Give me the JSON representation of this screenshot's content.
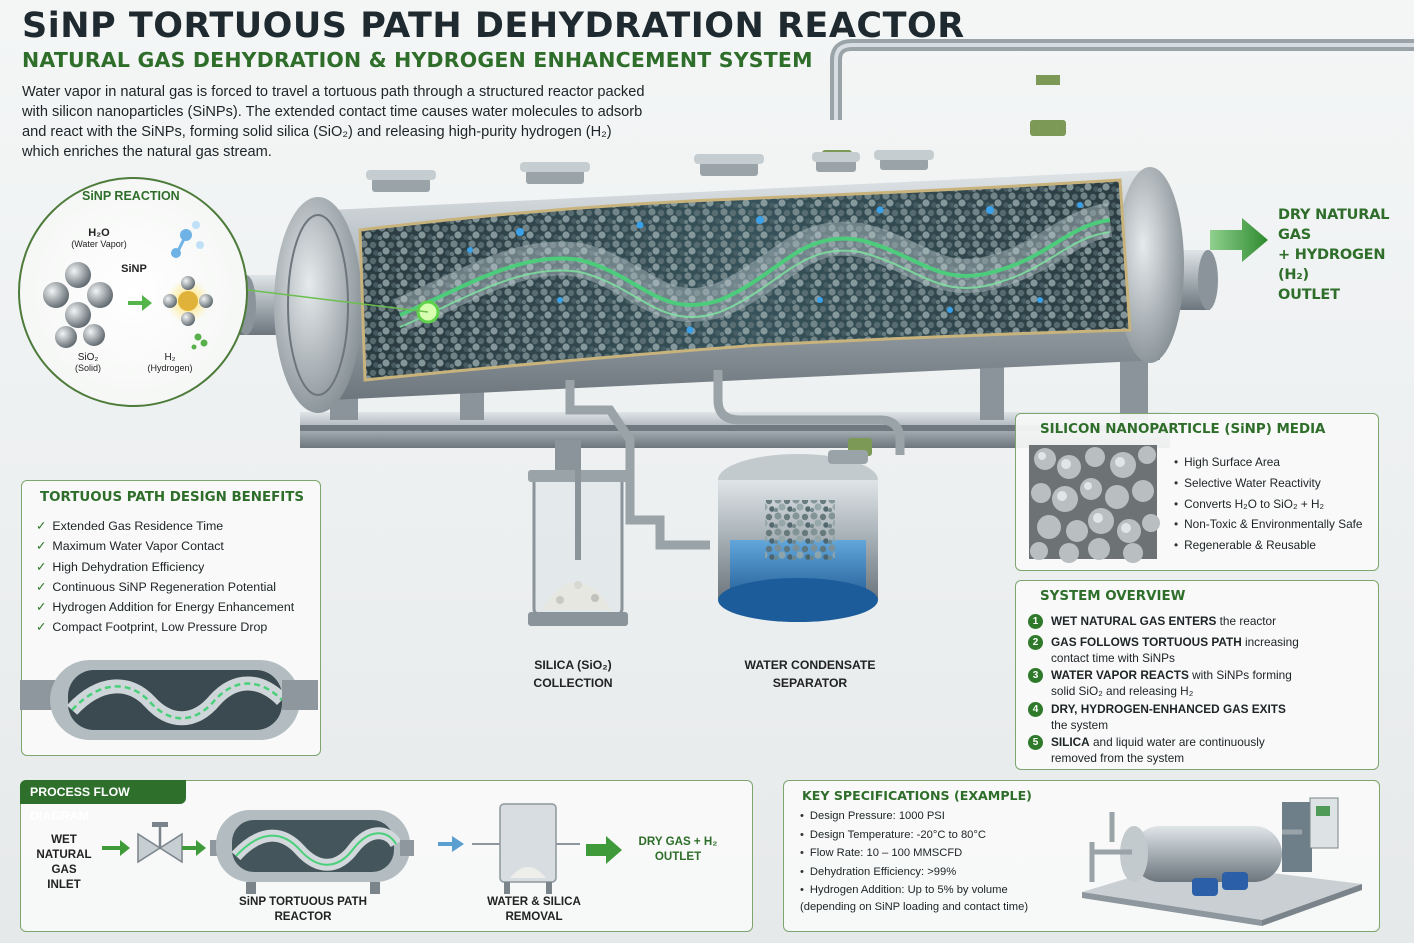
{
  "header": {
    "title": "SiNP TORTUOUS PATH DEHYDRATION REACTOR",
    "subtitle": "NATURAL GAS DEHYDRATION & HYDROGEN ENHANCEMENT SYSTEM",
    "intro_lines": [
      "Water vapor in natural gas is forced to travel a tortuous path through a structured reactor packed",
      "with silicon nanoparticles (SiNPs). The extended contact time causes water molecules to adsorb",
      "and react with the SiNPs, forming solid silica (SiO₂) and releasing high-purity hydrogen (H₂)",
      "which enriches the natural gas stream."
    ]
  },
  "reaction": {
    "title": "SiNP REACTION",
    "h2o": "H₂O",
    "h2o_sub": "(Water Vapor)",
    "sinp": "SiNP",
    "sio2": "SiO₂",
    "sio2_sub": "(Solid)",
    "h2": "H₂",
    "h2_sub": "(Hydrogen)"
  },
  "outlet": {
    "lines": [
      "DRY NATURAL GAS",
      "+ HYDROGEN (H₂)",
      "OUTLET"
    ]
  },
  "collectors": {
    "silica": [
      "SILICA (SiO₂)",
      "COLLECTION"
    ],
    "water": [
      "WATER CONDENSATE",
      "SEPARATOR"
    ]
  },
  "tortuous_panel": {
    "title": "TORTUOUS PATH DESIGN BENEFITS",
    "items": [
      "Extended Gas Residence Time",
      "Maximum Water Vapor Contact",
      "High Dehydration Efficiency",
      "Continuous SiNP Regeneration Potential",
      "Hydrogen Addition for Energy Enhancement",
      "Compact Footprint, Low Pressure Drop"
    ]
  },
  "sinp_panel": {
    "title": "SILICON NANOPARTICLE (SiNP) MEDIA",
    "items": [
      "High Surface Area",
      "Selective Water Reactivity",
      "Converts H₂O to SiO₂ + H₂",
      "Non-Toxic & Environmentally Safe",
      "Regenerable & Reusable"
    ]
  },
  "system_overview": {
    "title": "SYSTEM OVERVIEW",
    "steps": [
      {
        "num": "1",
        "bold": "WET NATURAL GAS ENTERS",
        "rest": " the reactor",
        "line2": ""
      },
      {
        "num": "2",
        "bold": "GAS FOLLOWS TORTUOUS PATH",
        "rest": " increasing",
        "line2": "contact time with SiNPs"
      },
      {
        "num": "3",
        "bold": "WATER VAPOR REACTS",
        "rest": " with SiNPs forming",
        "line2": "solid SiO₂ and releasing H₂"
      },
      {
        "num": "4",
        "bold": "DRY, HYDROGEN-ENHANCED GAS EXITS",
        "rest": "",
        "line2": "the system"
      },
      {
        "num": "5",
        "bold": "SILICA",
        "rest": " and liquid water are continuously",
        "line2": "removed from the system"
      }
    ]
  },
  "process_flow": {
    "tab": "PROCESS FLOW DIAGRAM",
    "inlet": [
      "WET",
      "NATURAL GAS",
      "INLET"
    ],
    "reactor": [
      "SiNP TORTUOUS PATH",
      "REACTOR"
    ],
    "removal": [
      "WATER & SILICA",
      "REMOVAL"
    ],
    "outlet": [
      "DRY GAS + H₂",
      "OUTLET"
    ]
  },
  "key_specs": {
    "title": "KEY SPECIFICATIONS (EXAMPLE)",
    "items": [
      "Design Pressure: 1000 PSI",
      "Design Temperature: -20°C to 80°C",
      "Flow Rate: 10 – 100 MMSCFD",
      "Dehydration Efficiency: >99%",
      "Hydrogen Addition:  Up to 5% by volume"
    ],
    "note": "(depending on SiNP loading and contact time)"
  },
  "colors": {
    "accent_green": "#2e6e2a",
    "panel_border": "#7ea56d",
    "steel": "#a9b1b6",
    "water_blue": "#2f7fc1",
    "flow_green": "#4ad07a"
  }
}
